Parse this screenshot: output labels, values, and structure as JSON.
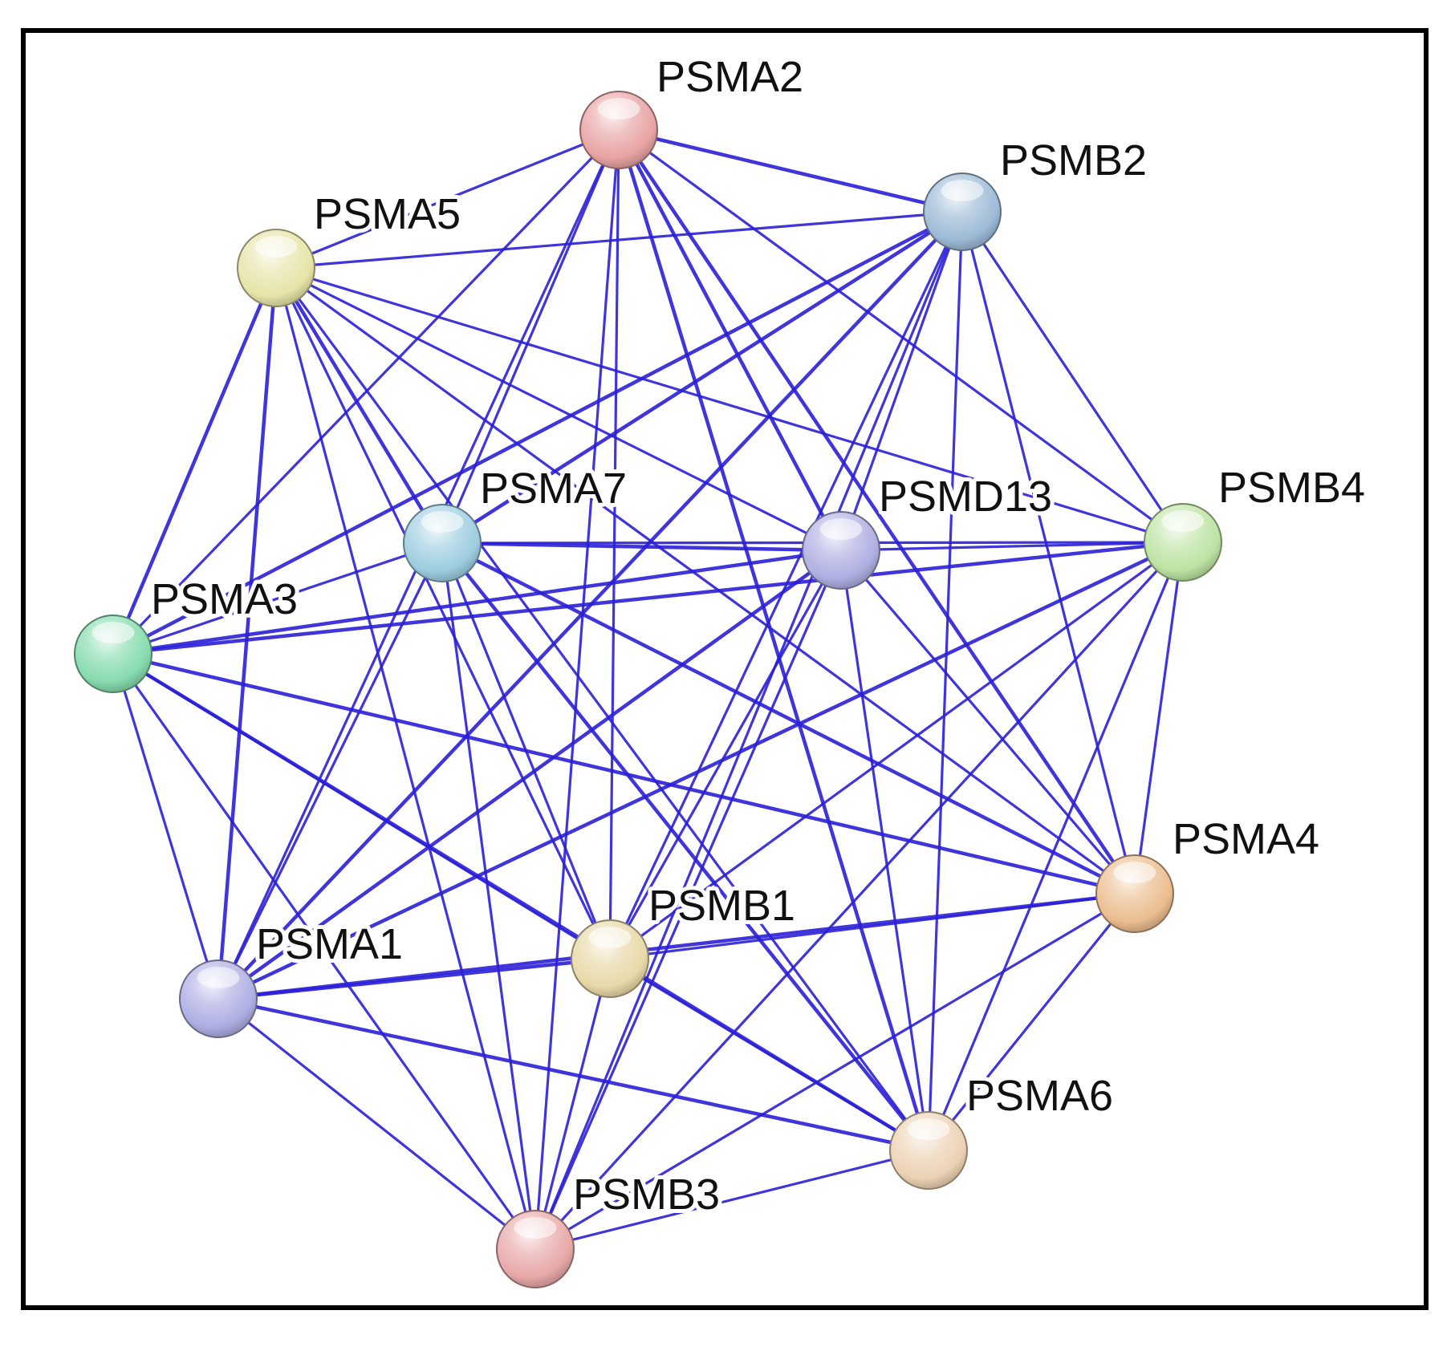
{
  "diagram": {
    "type": "protein-interaction-network",
    "edge_color": "#2a1fd6",
    "nodes": [
      {
        "id": "PSMA2",
        "label": "PSMA2",
        "color": "#e8a3a3"
      },
      {
        "id": "PSMB2",
        "label": "PSMB2",
        "color": "#9dbad6"
      },
      {
        "id": "PSMA5",
        "label": "PSMA5",
        "color": "#e6e4a8"
      },
      {
        "id": "PSMA7",
        "label": "PSMA7",
        "color": "#9ccde0"
      },
      {
        "id": "PSMD13",
        "label": "PSMD13",
        "color": "#aeaee2"
      },
      {
        "id": "PSMB4",
        "label": "PSMB4",
        "color": "#bde3a3"
      },
      {
        "id": "PSMA3",
        "label": "PSMA3",
        "color": "#86dbae"
      },
      {
        "id": "PSMA4",
        "label": "PSMA4",
        "color": "#ebbd8f"
      },
      {
        "id": "PSMB1",
        "label": "PSMB1",
        "color": "#e8d9a8"
      },
      {
        "id": "PSMA1",
        "label": "PSMA1",
        "color": "#aeaee4"
      },
      {
        "id": "PSMA6",
        "label": "PSMA6",
        "color": "#ecd2b4"
      },
      {
        "id": "PSMB3",
        "label": "PSMB3",
        "color": "#e8a8a8"
      }
    ],
    "edges": [
      [
        "PSMA2",
        "PSMB2"
      ],
      [
        "PSMA2",
        "PSMA5"
      ],
      [
        "PSMA2",
        "PSMA7"
      ],
      [
        "PSMA2",
        "PSMD13"
      ],
      [
        "PSMA2",
        "PSMB4"
      ],
      [
        "PSMA2",
        "PSMA3"
      ],
      [
        "PSMA2",
        "PSMA4"
      ],
      [
        "PSMA2",
        "PSMB1"
      ],
      [
        "PSMA2",
        "PSMA1"
      ],
      [
        "PSMA2",
        "PSMA6"
      ],
      [
        "PSMA2",
        "PSMB3"
      ],
      [
        "PSMB2",
        "PSMA5"
      ],
      [
        "PSMB2",
        "PSMA7"
      ],
      [
        "PSMB2",
        "PSMD13"
      ],
      [
        "PSMB2",
        "PSMB4"
      ],
      [
        "PSMB2",
        "PSMA3"
      ],
      [
        "PSMB2",
        "PSMA4"
      ],
      [
        "PSMB2",
        "PSMB1"
      ],
      [
        "PSMB2",
        "PSMA1"
      ],
      [
        "PSMB2",
        "PSMA6"
      ],
      [
        "PSMB2",
        "PSMB3"
      ],
      [
        "PSMA5",
        "PSMA7"
      ],
      [
        "PSMA5",
        "PSMD13"
      ],
      [
        "PSMA5",
        "PSMB4"
      ],
      [
        "PSMA5",
        "PSMA3"
      ],
      [
        "PSMA5",
        "PSMA4"
      ],
      [
        "PSMA5",
        "PSMB1"
      ],
      [
        "PSMA5",
        "PSMA1"
      ],
      [
        "PSMA5",
        "PSMA6"
      ],
      [
        "PSMA5",
        "PSMB3"
      ],
      [
        "PSMA7",
        "PSMD13"
      ],
      [
        "PSMA7",
        "PSMB4"
      ],
      [
        "PSMA7",
        "PSMA3"
      ],
      [
        "PSMA7",
        "PSMA4"
      ],
      [
        "PSMA7",
        "PSMB1"
      ],
      [
        "PSMA7",
        "PSMA1"
      ],
      [
        "PSMA7",
        "PSMA6"
      ],
      [
        "PSMA7",
        "PSMB3"
      ],
      [
        "PSMD13",
        "PSMB4"
      ],
      [
        "PSMD13",
        "PSMA3"
      ],
      [
        "PSMD13",
        "PSMA4"
      ],
      [
        "PSMD13",
        "PSMB1"
      ],
      [
        "PSMD13",
        "PSMA1"
      ],
      [
        "PSMD13",
        "PSMA6"
      ],
      [
        "PSMD13",
        "PSMB3"
      ],
      [
        "PSMB4",
        "PSMA3"
      ],
      [
        "PSMB4",
        "PSMA4"
      ],
      [
        "PSMB4",
        "PSMB1"
      ],
      [
        "PSMB4",
        "PSMA1"
      ],
      [
        "PSMB4",
        "PSMA6"
      ],
      [
        "PSMB4",
        "PSMB3"
      ],
      [
        "PSMA3",
        "PSMA4"
      ],
      [
        "PSMA3",
        "PSMB1"
      ],
      [
        "PSMA3",
        "PSMA1"
      ],
      [
        "PSMA3",
        "PSMA6"
      ],
      [
        "PSMA3",
        "PSMB3"
      ],
      [
        "PSMA4",
        "PSMB1"
      ],
      [
        "PSMA4",
        "PSMA1"
      ],
      [
        "PSMA4",
        "PSMA6"
      ],
      [
        "PSMA4",
        "PSMB3"
      ],
      [
        "PSMB1",
        "PSMA1"
      ],
      [
        "PSMB1",
        "PSMA6"
      ],
      [
        "PSMB1",
        "PSMB3"
      ],
      [
        "PSMA1",
        "PSMA6"
      ],
      [
        "PSMA1",
        "PSMB3"
      ],
      [
        "PSMA6",
        "PSMB3"
      ]
    ]
  }
}
